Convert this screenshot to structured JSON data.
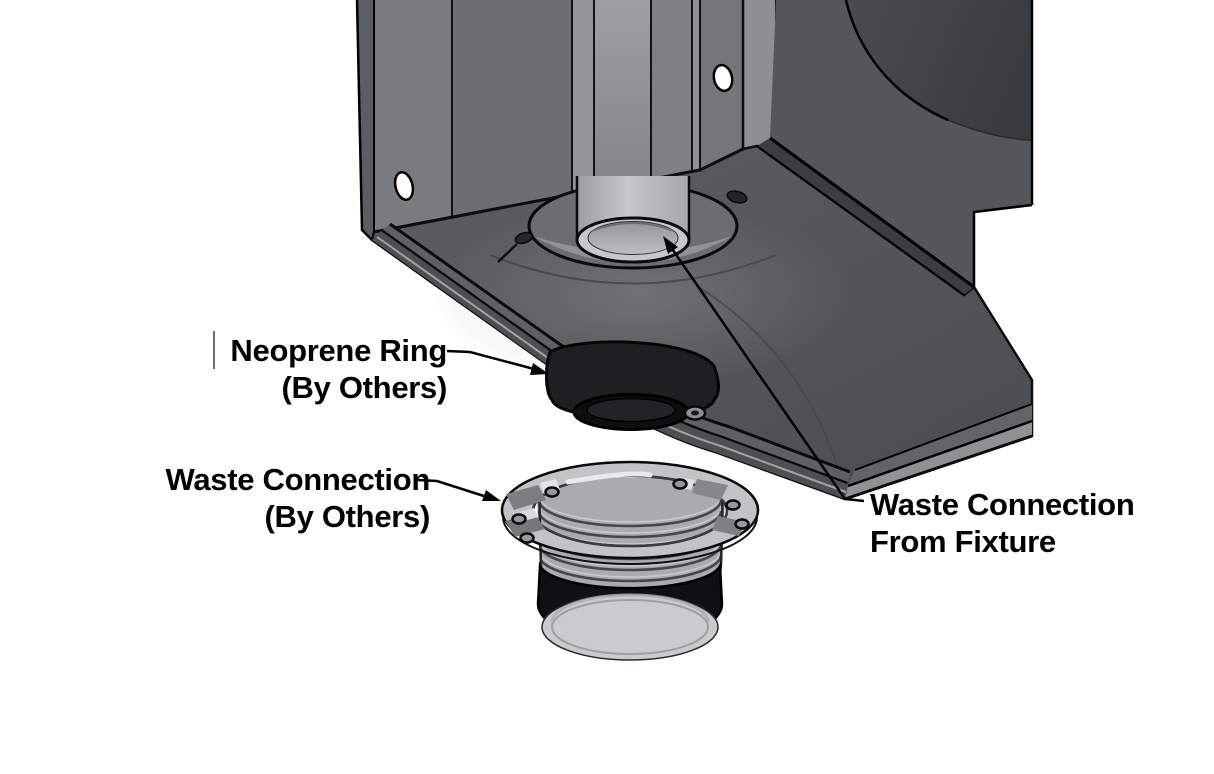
{
  "diagram": {
    "type": "technical-illustration",
    "subject": "Waste connection installation at fixture underside",
    "labels": {
      "neoprene_ring": {
        "line1": "Neoprene Ring",
        "line2": "(By Others)"
      },
      "waste_connection_others": {
        "line1": "Waste Connection",
        "line2": "(By Others)"
      },
      "waste_connection_fixture": {
        "line1": "Waste Connection",
        "line2": "From Fixture"
      }
    },
    "parts": [
      "cabinet-underside",
      "drain-recess",
      "drain-spud",
      "neoprene-ring",
      "waste-connection-fitting"
    ],
    "colors": {
      "background": "#ffffff",
      "line": "#000000",
      "text": "#000000",
      "cabinet_dark": "#54575a",
      "cabinet_mid": "#7a7d80",
      "cabinet_light": "#8f9294",
      "metal_light": "#c2c5c7",
      "rubber_black": "#151718"
    }
  }
}
